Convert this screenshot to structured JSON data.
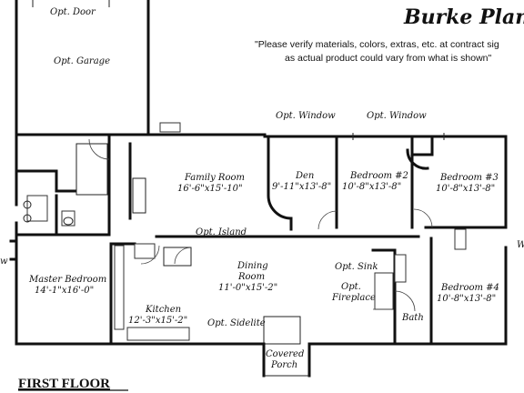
{
  "header": {
    "title": "Burke Plan",
    "note_line1": "\"Please verify materials, colors, extras, etc. at contract sig",
    "note_line2": "as actual product could vary from what is shown\""
  },
  "footer": {
    "floor_label": "FIRST FLOOR"
  },
  "labels": {
    "opt_door": "Opt. Door",
    "opt_garage": "Opt. Garage",
    "opt_window_1": "Opt. Window",
    "opt_window_2": "Opt. Window",
    "opt_island": "Opt. Island",
    "opt_sink": "Opt. Sink",
    "opt_fireplace_1": "Opt.",
    "opt_fireplace_2": "Fireplace",
    "opt_sidelite": "Opt. Sidelite",
    "edge_w_left": "w",
    "edge_w_right": "W"
  },
  "rooms": {
    "family_room": {
      "name": "Family Room",
      "dims": "16'-6\"x15'-10\""
    },
    "den": {
      "name": "Den",
      "dims": "9'-11\"x13'-8\""
    },
    "bedroom_2": {
      "name": "Bedroom #2",
      "dims": "10'-8\"x13'-8\""
    },
    "bedroom_3": {
      "name": "Bedroom #3",
      "dims": "10'-8\"x13'-8\""
    },
    "master_bedroom": {
      "name": "Master Bedroom",
      "dims": "14'-1\"x16'-0\""
    },
    "dining_room": {
      "name_1": "Dining",
      "name_2": "Room",
      "dims": "11'-0\"x15'-2\""
    },
    "kitchen": {
      "name": "Kitchen",
      "dims": "12'-3\"x15'-2\""
    },
    "bedroom_4": {
      "name": "Bedroom #4",
      "dims": "10'-8\"x13'-8\""
    },
    "bath": {
      "name": "Bath"
    },
    "covered_porch": {
      "name_1": "Covered",
      "name_2": "Porch"
    }
  }
}
